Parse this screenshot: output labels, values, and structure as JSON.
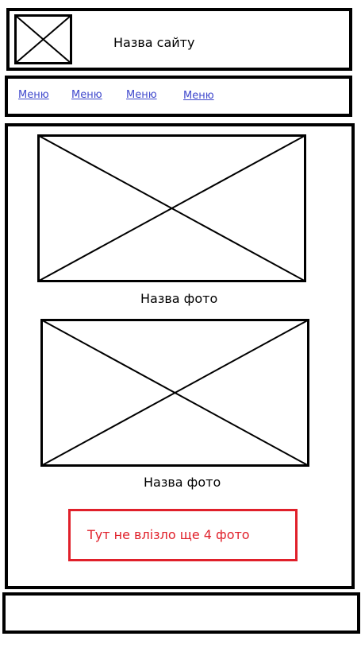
{
  "header": {
    "site_title": "Назва сайту",
    "logo_icon": "image-placeholder-icon"
  },
  "nav": {
    "items": [
      {
        "label": "Меню"
      },
      {
        "label": "Меню"
      },
      {
        "label": "Меню"
      },
      {
        "label": "Меню"
      }
    ],
    "link_color": "#3f48cc"
  },
  "main": {
    "photos": [
      {
        "caption": "Назва фото",
        "icon": "image-placeholder-icon"
      },
      {
        "caption": "Назва фото",
        "icon": "image-placeholder-icon"
      }
    ],
    "note": {
      "text": "Тут не влізло ще 4 фото",
      "color": "#e0202a"
    }
  },
  "colors": {
    "border": "#000000",
    "background": "#ffffff"
  }
}
